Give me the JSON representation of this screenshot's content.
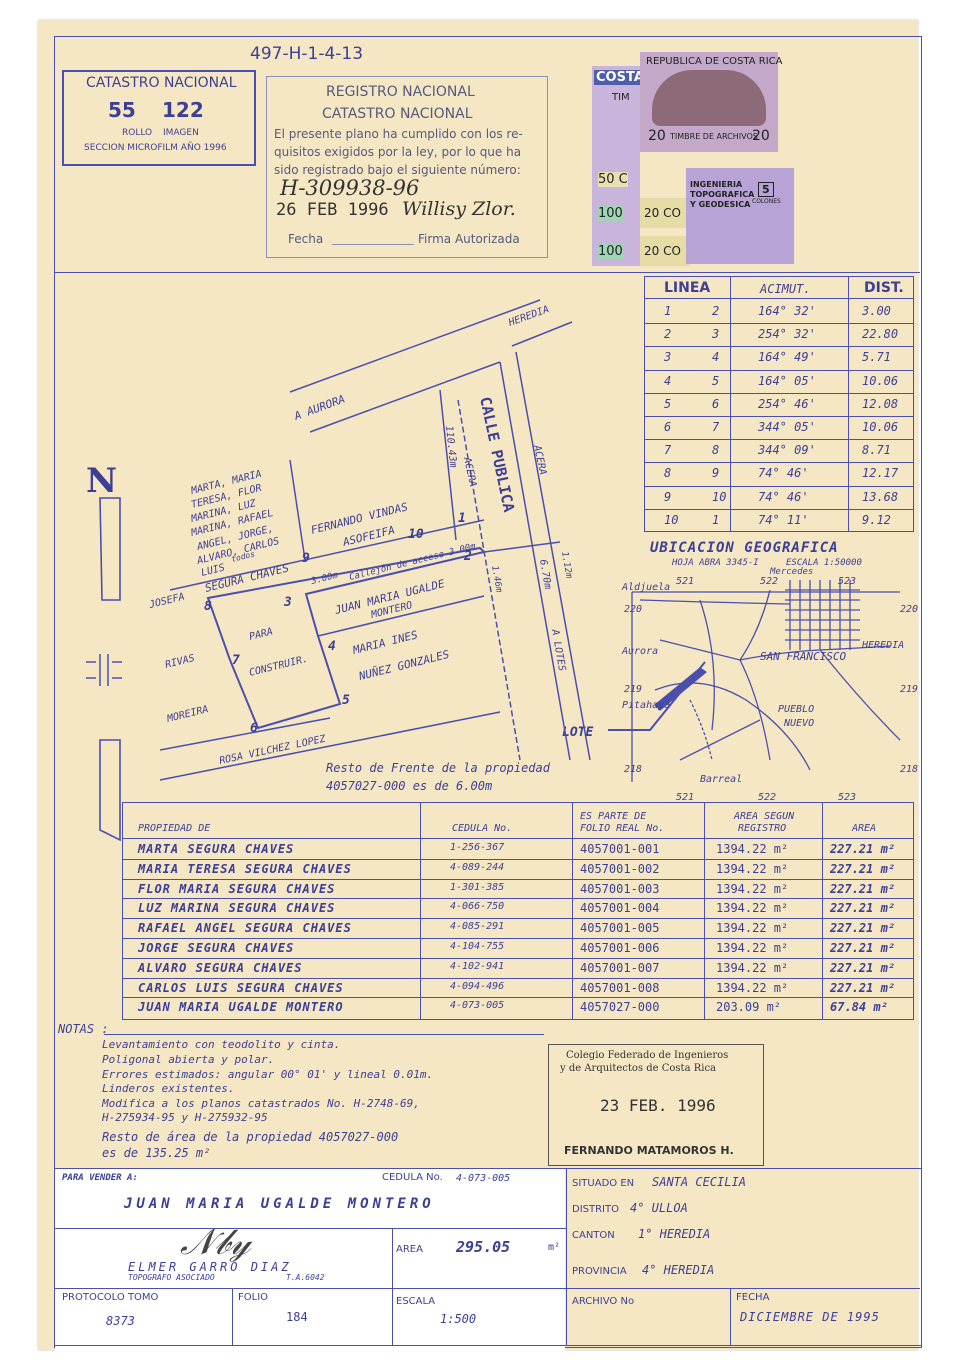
{
  "header": {
    "ref_number": "497-H-1-4-13",
    "catastro_box": {
      "title": "CATASTRO NACIONAL",
      "rollo": "55",
      "imagen": "122",
      "rollo_label": "ROLLO",
      "imagen_label": "IMAGEN",
      "section": "SECCION MICROFILM AÑO 1996"
    },
    "registro": {
      "title1": "REGISTRO NACIONAL",
      "title2": "CATASTRO NACIONAL",
      "text1": "El presente plano ha cumplido con los re-",
      "text2": "quisitos exigidos por la ley, por lo que ha",
      "text3": "sido registrado bajo el siguiente número:",
      "number": "H-309938-96",
      "date": "26 FEB 1996",
      "signature": "Willisy Zlor.",
      "fecha_label": "Fecha",
      "firma_label": "Firma Autorizada"
    }
  },
  "stamps": {
    "s1": "COSTA",
    "s1b": "TIM",
    "s1c": "50 C",
    "s1d": "100",
    "s1e": "100",
    "s2": "REPUBLICA DE COSTA RICA",
    "s2b": "20",
    "s2c": "TIMBRE DE ARCHIVOS",
    "s2d": "20",
    "s3": "20 CO",
    "s4": "20 CO",
    "s5": "INGENIERIA",
    "s5b": "TOPOGRAFICA",
    "s5c": "Y GEODESICA",
    "s5d": "5",
    "s5e": "COLONES"
  },
  "lines_table": {
    "headers": [
      "LINEA",
      "ACIMUT.",
      "DIST."
    ],
    "rows": [
      [
        "1",
        "2",
        "164° 32'",
        "3.00"
      ],
      [
        "2",
        "3",
        "254° 32'",
        "22.80"
      ],
      [
        "3",
        "4",
        "164° 49'",
        "5.71"
      ],
      [
        "4",
        "5",
        "164° 05'",
        "10.06"
      ],
      [
        "5",
        "6",
        "254° 46'",
        "12.08"
      ],
      [
        "6",
        "7",
        "344° 05'",
        "10.06"
      ],
      [
        "7",
        "8",
        "344° 09'",
        "8.71"
      ],
      [
        "8",
        "9",
        "74° 46'",
        "12.17"
      ],
      [
        "9",
        "10",
        "74° 46'",
        "13.68"
      ],
      [
        "10",
        "1",
        "74° 11'",
        "9.12"
      ]
    ]
  },
  "ubicacion": {
    "title": "UBICACION GEOGRAFICA",
    "subtitle": "HOJA ABRA 3345-I",
    "escala": "ESCALA 1:50000",
    "places": [
      "Aldjuela",
      "Mercedes",
      "Aurora",
      "SAN FRANCISCO",
      "HEREDIA",
      "Pitahaya",
      "PUEBLO",
      "NUEVO",
      "Barreal",
      "LOTE"
    ],
    "ticks": [
      "521",
      "522",
      "523",
      "220",
      "220",
      "219",
      "219",
      "218",
      "218",
      "521",
      "522",
      "523"
    ]
  },
  "plan": {
    "north": "N",
    "labels": {
      "heredia": "HEREDIA",
      "aurora": "A AURORA",
      "calle": "CALLE PUBLICA",
      "acera1": "ACERA",
      "acera2": "ACERA",
      "dim1": "110.43m",
      "dim2": "6.70m",
      "dim3": "1.12m",
      "dim4": "1.46m",
      "lotes": "A LOTES",
      "owners": [
        "MARTA, MARIA",
        "TERESA, FLOR",
        "MARINA, LUZ",
        "MARINA, RAFAEL",
        "ANGEL, JORGE,",
        "ALVARO, CARLOS",
        "LUIS",
        "todos"
      ],
      "segura": "SEGURA CHAVES",
      "fernando": "FERNANDO VINDAS",
      "asofeifa": "ASOFEIFA",
      "callejon": "Callejón de acceso 3.00m",
      "callejon_w": "3.00m",
      "juan1": "JUAN MARIA UGALDE",
      "juan2": "MONTERO",
      "para": "PARA",
      "construir": "CONSTRUIR.",
      "maria1": "MARIA INES",
      "maria2": "NUÑEZ GONZALES",
      "josefa": "JOSEFA",
      "rivas": "RIVAS",
      "moreira": "MOREIRA",
      "rosa": "ROSA VILCHEZ LOPEZ",
      "resto1": "Resto de Frente de la propiedad",
      "resto2": "4057027-000 es de 6.00m",
      "points": [
        "1",
        "2",
        "3",
        "4",
        "5",
        "6",
        "7",
        "8",
        "9",
        "10"
      ]
    }
  },
  "owners_table": {
    "headers": [
      "PROPIEDAD DE",
      "CEDULA No.",
      "ES PARTE DE",
      "FOLIO REAL No.",
      "AREA SEGUN",
      "REGISTRO",
      "AREA"
    ],
    "rows": [
      [
        "MARTA SEGURA CHAVES",
        "1-256-367",
        "4057001-001",
        "1394.22 m²",
        "227.21 m²"
      ],
      [
        "MARIA TERESA SEGURA CHAVES",
        "4-089-244",
        "4057001-002",
        "1394.22 m²",
        "227.21 m²"
      ],
      [
        "FLOR MARIA SEGURA CHAVES",
        "1-301-385",
        "4057001-003",
        "1394.22 m²",
        "227.21 m²"
      ],
      [
        "LUZ MARINA SEGURA CHAVES",
        "4-066-750",
        "4057001-004",
        "1394.22 m²",
        "227.21 m²"
      ],
      [
        "RAFAEL ANGEL SEGURA CHAVES",
        "4-085-291",
        "4057001-005",
        "1394.22 m²",
        "227.21 m²"
      ],
      [
        "JORGE SEGURA CHAVES",
        "4-104-755",
        "4057001-006",
        "1394.22 m²",
        "227.21 m²"
      ],
      [
        "ALVARO SEGURA CHAVES",
        "4-102-941",
        "4057001-007",
        "1394.22 m²",
        "227.21 m²"
      ],
      [
        "CARLOS LUIS SEGURA CHAVES",
        "4-094-496",
        "4057001-008",
        "1394.22 m²",
        "227.21 m²"
      ],
      [
        "JUAN MARIA UGALDE MONTERO",
        "4-073-005",
        "4057027-000",
        "203.09 m²",
        "67.84 m²"
      ]
    ]
  },
  "notes": {
    "label": "NOTAS :",
    "lines": [
      "Levantamiento con teodolito y cinta.",
      "Poligonal abierta y polar.",
      "Errores estimados: angular 00° 01' y lineal 0.01m.",
      "Linderos existentes.",
      "Modifica a los planos catastrados No. H-2748-69,",
      "H-275934-95 y H-275932-95",
      "Resto de área de la propiedad 4057027-000",
      "es de 135.25 m²"
    ]
  },
  "colegio": {
    "line1": "Colegio Federado de Ingenieros",
    "line2": "y de Arquitectos de Costa Rica",
    "date": "23 FEB. 1996",
    "name": "FERNANDO MATAMOROS H."
  },
  "footer": {
    "para_vender_label": "PARA VENDER A:",
    "cedula_label": "CEDULA No.",
    "cedula": "4-073-005",
    "buyer": "JUAN MARIA UGALDE MONTERO",
    "topografo": "ELMER GARRO DIAZ",
    "topografo_sub": "TOPOGRAFO ASOCIADO",
    "ta": "T.A.6042",
    "area_label": "AREA",
    "area_value": "295.05",
    "area_unit": "m²",
    "protocolo_label": "PROTOCOLO TOMO",
    "protocolo": "8373",
    "folio_label": "FOLIO",
    "folio": "184",
    "escala_label": "ESCALA",
    "escala": "1:500",
    "situado_label": "SITUADO EN",
    "situado": "SANTA CECILIA",
    "distrito_label": "DISTRITO",
    "distrito": "4° ULLOA",
    "canton_label": "CANTON",
    "canton": "1° HEREDIA",
    "provincia_label": "PROVINCIA",
    "provincia": "4° HEREDIA",
    "archivo_label": "ARCHIVO No",
    "fecha_label": "FECHA",
    "fecha": "DICIEMBRE DE 1995"
  },
  "colors": {
    "ink": "#3c3f96",
    "paper": "#f6e7c4",
    "stamp_purple": "#b59bd1"
  }
}
